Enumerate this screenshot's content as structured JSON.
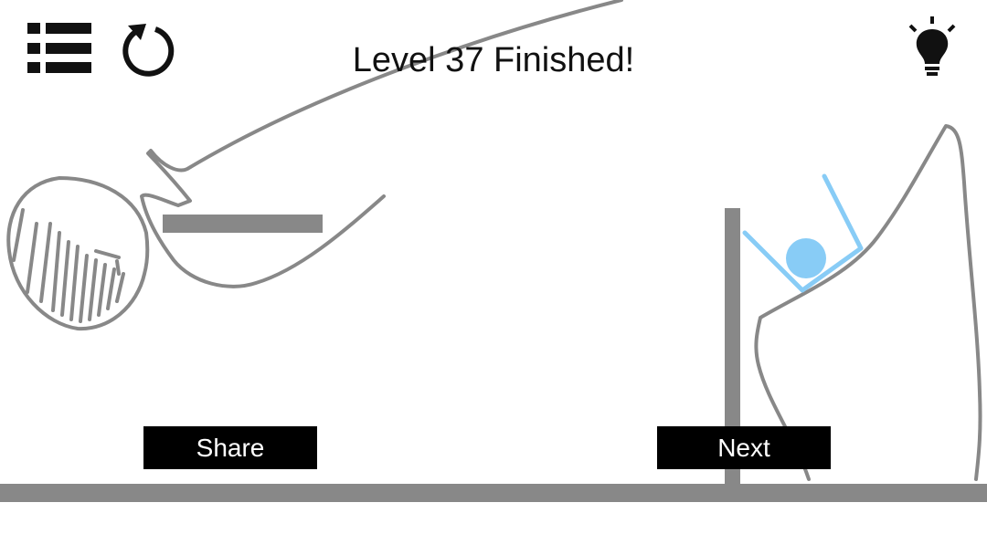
{
  "header": {
    "title": "Level 37 Finished!",
    "menu_icon": "list-menu-icon",
    "restart_icon": "restart-arrow-icon",
    "hint_icon": "lightbulb-icon"
  },
  "buttons": {
    "share_label": "Share",
    "next_label": "Next"
  },
  "colors": {
    "stroke": "#888888",
    "ball": "#88ccf6",
    "cup": "#88ccf6",
    "button_bg": "#000000",
    "button_text": "#ffffff"
  }
}
